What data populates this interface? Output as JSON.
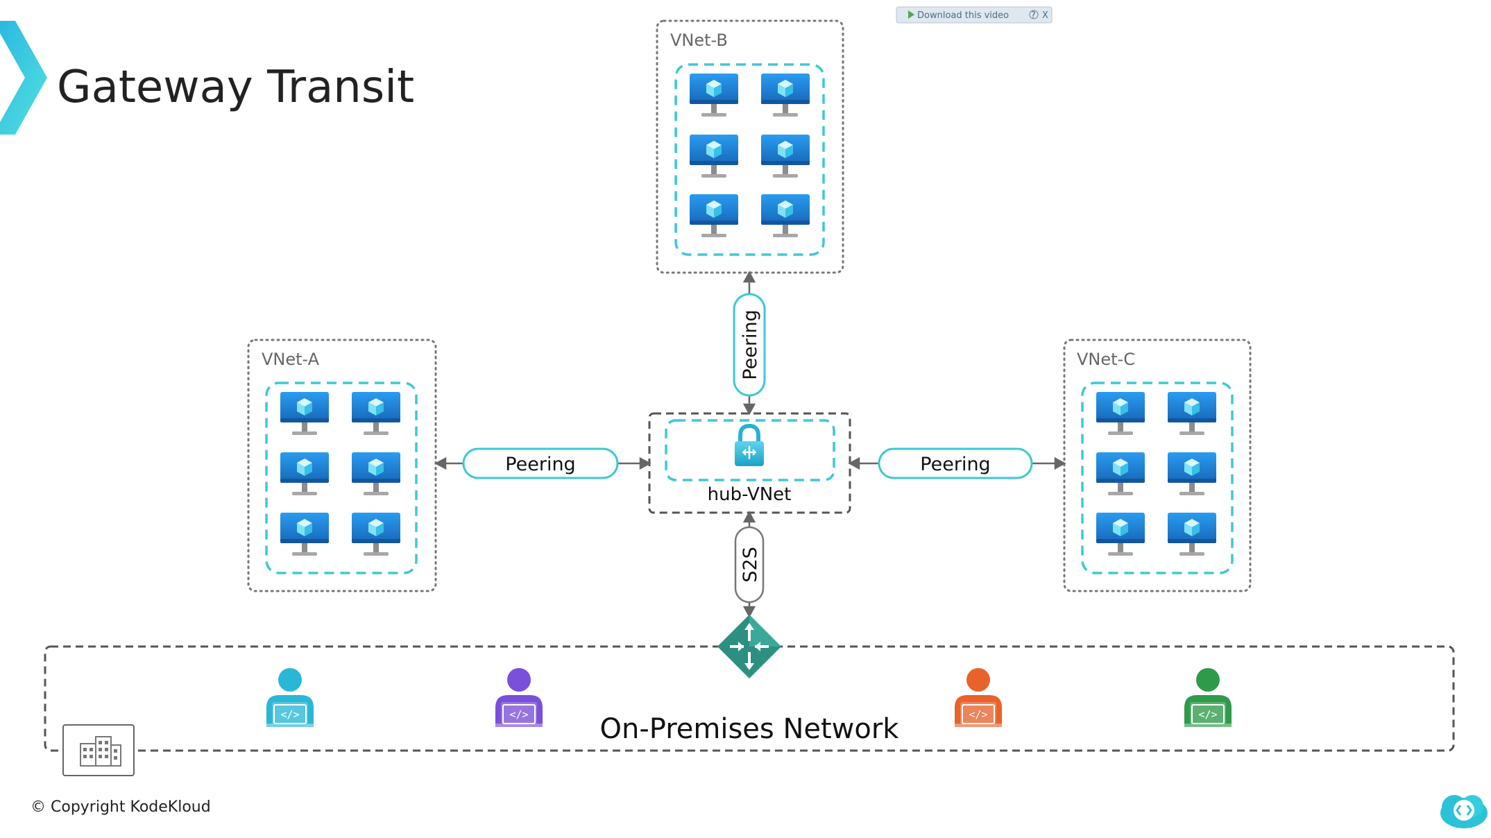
{
  "title": "Gateway Transit",
  "download_bar": {
    "label": "Download this video",
    "help": "?",
    "close": "X"
  },
  "vnets": [
    {
      "id": "vnet-a",
      "label": "VNet-A",
      "vm_count": 6
    },
    {
      "id": "vnet-b",
      "label": "VNet-B",
      "vm_count": 6
    },
    {
      "id": "vnet-c",
      "label": "VNet-C",
      "vm_count": 6
    }
  ],
  "hub": {
    "label": "hub-VNet",
    "icon": "lock-icon"
  },
  "connections": {
    "left": "Peering",
    "top": "Peering",
    "right": "Peering",
    "bottom": "S2S"
  },
  "onprem": {
    "label": "On-Premises Network",
    "users": [
      {
        "icon": "developer-icon",
        "color": "#2ab7d6"
      },
      {
        "icon": "developer-icon",
        "color": "#7a4fd9"
      },
      {
        "icon": "developer-icon",
        "color": "#e8622c"
      },
      {
        "icon": "developer-icon",
        "color": "#2e9a4a"
      }
    ],
    "router_icon": "router-icon",
    "building_icon": "building-icon"
  },
  "copyright": "© Copyright KodeKloud",
  "colors": {
    "accent": "#3cc8d8",
    "dashed_border": "#555555",
    "dotted_border": "#777777",
    "monitor": "#1e88d8",
    "router": "#2c8f82"
  }
}
